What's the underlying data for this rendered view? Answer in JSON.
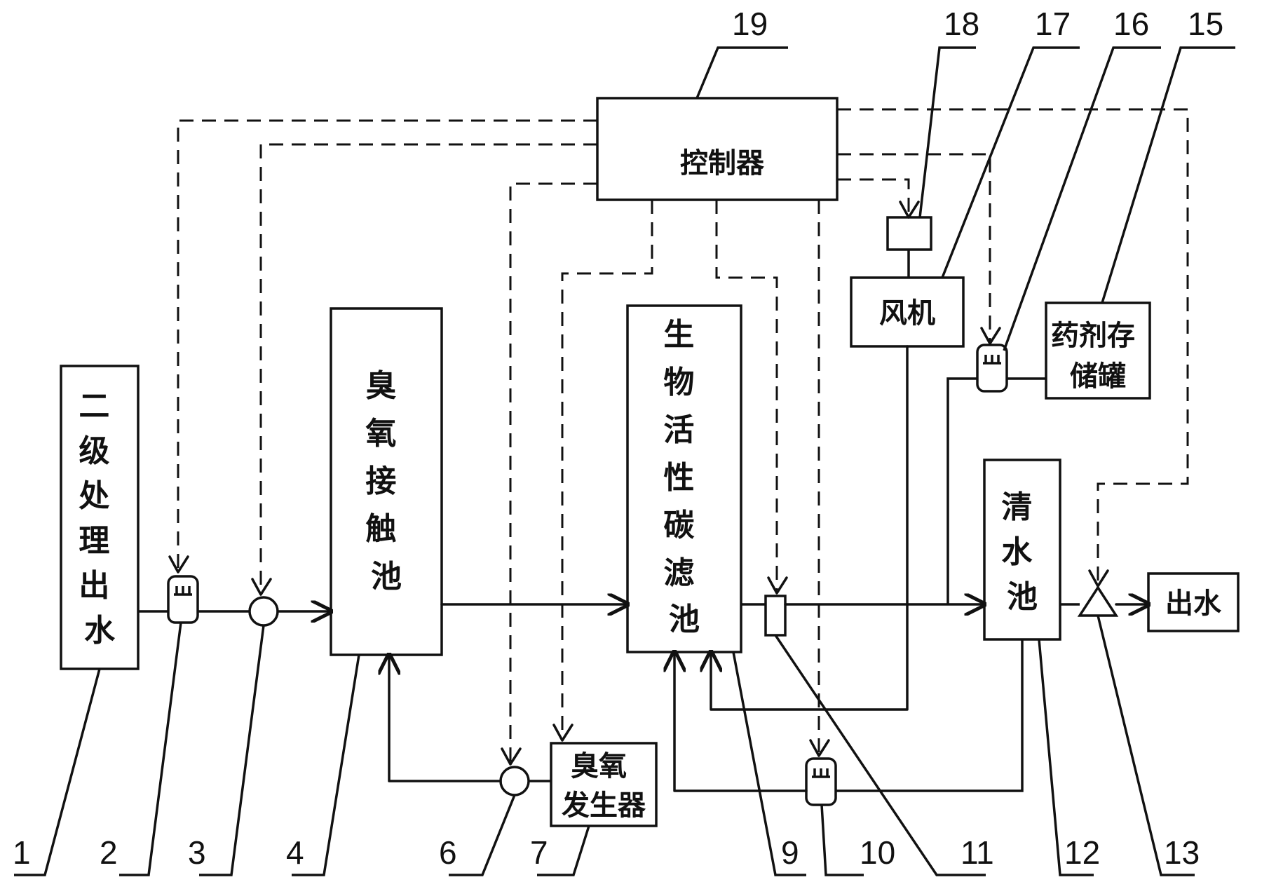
{
  "boxes": {
    "secondary_effluent": "二级处理出水",
    "ozone_contact_tank": "臭氧接触池",
    "bac_filter": "生物活性碳滤池",
    "controller": "控制器",
    "blower": "风机",
    "chemical_tank_line1": "药剂存",
    "chemical_tank_line2": "储罐",
    "clear_water_tank": "清水池",
    "effluent": "出水",
    "ozone_generator_line1": "臭氧",
    "ozone_generator_line2": "发生器"
  },
  "callouts": {
    "n1": "1",
    "n2": "2",
    "n3": "3",
    "n4": "4",
    "n6": "6",
    "n7": "7",
    "n9": "9",
    "n10": "10",
    "n11": "11",
    "n12": "12",
    "n13": "13",
    "n15": "15",
    "n16": "16",
    "n17": "17",
    "n18": "18",
    "n19": "19"
  }
}
